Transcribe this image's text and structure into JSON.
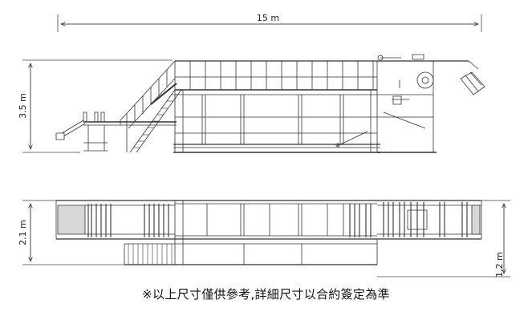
{
  "dimensions": {
    "overall_length": "15 m",
    "overall_height": "3.5 m",
    "plan_width": "2.1 m",
    "plan_offset": "1.2 m"
  },
  "note": "※以上尺寸僅供參考,詳細尺寸以合約簽定為準"
}
